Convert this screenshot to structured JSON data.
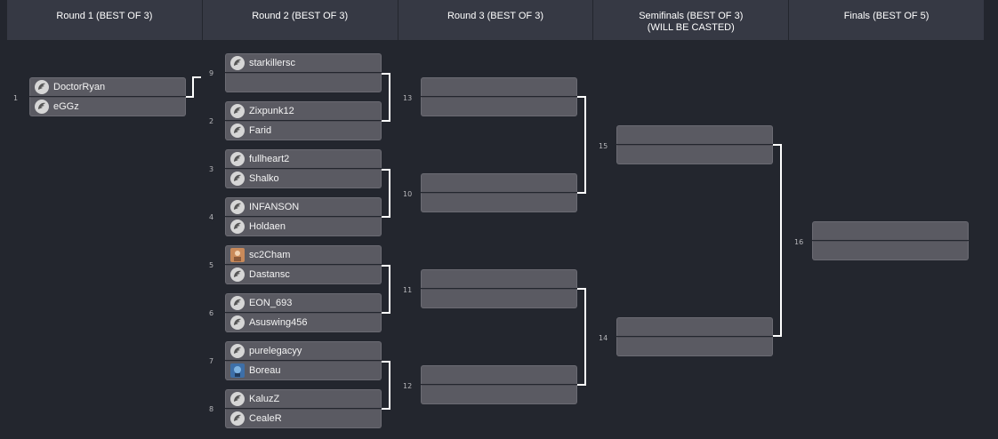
{
  "rounds": [
    {
      "title": "Round 1 (BEST OF 3)",
      "subtitle": ""
    },
    {
      "title": "Round 2 (BEST OF 3)",
      "subtitle": ""
    },
    {
      "title": "Round 3 (BEST OF 3)",
      "subtitle": ""
    },
    {
      "title": "Semifinals (BEST OF 3)",
      "subtitle": "(WILL BE CASTED)"
    },
    {
      "title": "Finals (BEST OF 5)",
      "subtitle": ""
    }
  ],
  "matches": {
    "m1": {
      "number": "1",
      "p1": "DoctorRyan",
      "p2": "eGGz"
    },
    "m9": {
      "number": "9",
      "p1": "starkillersc",
      "p2": ""
    },
    "m2": {
      "number": "2",
      "p1": "Zixpunk12",
      "p2": "Farid"
    },
    "m3": {
      "number": "3",
      "p1": "fullheart2",
      "p2": "Shalko"
    },
    "m4": {
      "number": "4",
      "p1": "INFANSON",
      "p2": "Holdaen"
    },
    "m5": {
      "number": "5",
      "p1": "sc2Cham",
      "p2": "Dastansc"
    },
    "m6": {
      "number": "6",
      "p1": "EON_693",
      "p2": "Asuswing456"
    },
    "m7": {
      "number": "7",
      "p1": "purelegacyy",
      "p2": "Boreau"
    },
    "m8": {
      "number": "8",
      "p1": "KaluzZ",
      "p2": "CealeR"
    },
    "m13": {
      "number": "13",
      "p1": "",
      "p2": ""
    },
    "m10": {
      "number": "10",
      "p1": "",
      "p2": ""
    },
    "m11": {
      "number": "11",
      "p1": "",
      "p2": ""
    },
    "m12": {
      "number": "12",
      "p1": "",
      "p2": ""
    },
    "m15": {
      "number": "15",
      "p1": "",
      "p2": ""
    },
    "m14": {
      "number": "14",
      "p1": "",
      "p2": ""
    },
    "m16": {
      "number": "16",
      "p1": "",
      "p2": ""
    }
  },
  "icons": {
    "race_icon": "protoss-emblem-icon",
    "photo_avatar": "player-photo-avatar"
  },
  "colors": {
    "background": "#23262e",
    "header": "#363944",
    "slot": "#5a5a62",
    "connector": "#ffffff"
  }
}
